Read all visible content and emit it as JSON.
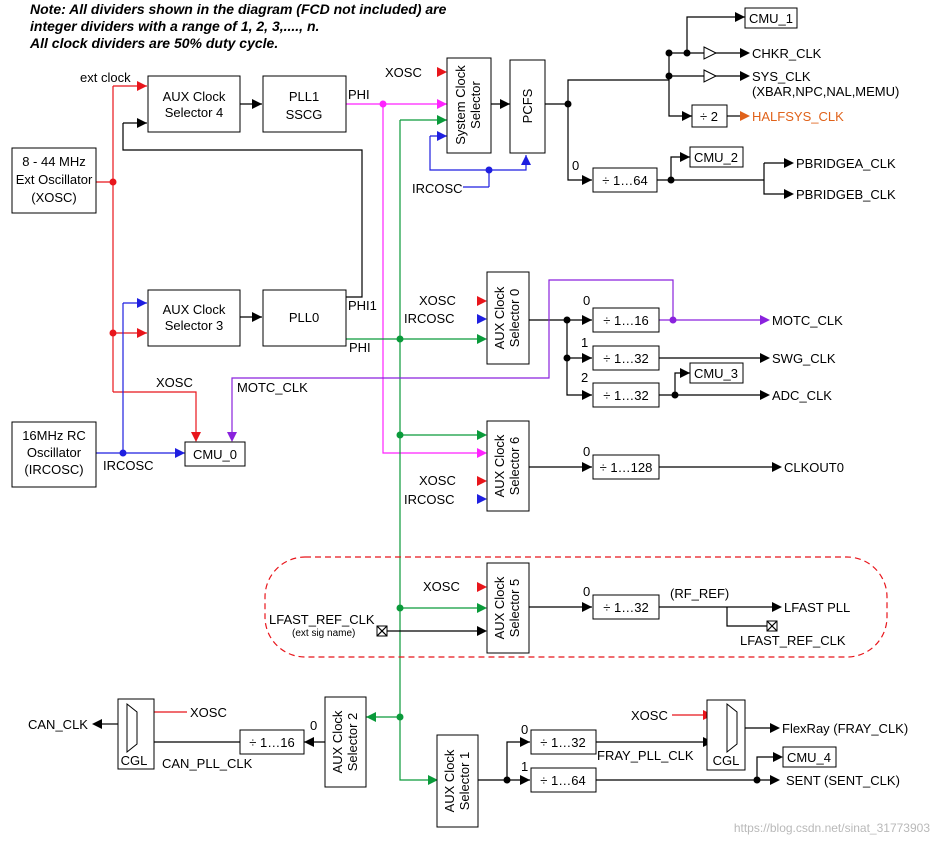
{
  "note": {
    "line1": "Note: All dividers shown in the diagram (FCD not included) are",
    "line2": "integer dividers with a range of 1, 2, 3,...., n.",
    "line3": "All clock dividers are 50% duty cycle."
  },
  "labels": {
    "ext_clock": "ext clock",
    "xosc": "XOSC",
    "ircosc": "IRCOSC",
    "phi": "PHI",
    "phi1": "PHI1",
    "motc_clk_in": "MOTC_CLK",
    "lfast_ref_clk": "LFAST_REF_CLK",
    "ext_sig_name": "(ext sig name)",
    "rf_ref": "(RF_REF)",
    "can_pll_clk": "CAN_PLL_CLK",
    "fray_pll_clk": "FRAY_PLL_CLK",
    "zero": "0",
    "one": "1",
    "two": "2"
  },
  "blocks": {
    "ext_osc": [
      "8 - 44 MHz",
      "Ext Oscillator",
      "(XOSC)"
    ],
    "rc_osc": [
      "16MHz RC",
      "Oscillator",
      "(IRCOSC)"
    ],
    "aux4": [
      "AUX Clock",
      "Selector 4"
    ],
    "aux3": [
      "AUX Clock",
      "Selector 3"
    ],
    "pll1": [
      "PLL1",
      "SSCG"
    ],
    "pll0": "PLL0",
    "sys_sel": [
      "System Clock",
      "Selector"
    ],
    "pcfs": "PCFS",
    "aux0": [
      "AUX Clock",
      "Selector 0"
    ],
    "aux6": [
      "AUX Clock",
      "Selector 6"
    ],
    "aux5": [
      "AUX Clock",
      "Selector 5"
    ],
    "aux2": [
      "AUX Clock",
      "Selector 2"
    ],
    "aux1": [
      "AUX Clock",
      "Selector 1"
    ],
    "cmu0": "CMU_0",
    "cmu1": "CMU_1",
    "cmu2": "CMU_2",
    "cmu3": "CMU_3",
    "cmu4": "CMU_4",
    "cgl": "CGL"
  },
  "dividers": {
    "div2": "÷ 2",
    "div_pbridge": "÷ 1…64",
    "div_motc": "÷ 1…16",
    "div_swg": "÷ 1…32",
    "div_adc": "÷ 1…32",
    "div_clkout": "÷ 1…128",
    "div_lfast": "÷ 1…32",
    "div_can": "÷ 1…16",
    "div_fray": "÷ 1…32",
    "div_sent": "÷ 1…64"
  },
  "outputs": {
    "chkr": "CHKR_CLK",
    "sys": "SYS_CLK",
    "sys_sub": "(XBAR,NPC,NAL,MEMU)",
    "halfsys": "HALFSYS_CLK",
    "pbridgea": "PBRIDGEA_CLK",
    "pbridgeb": "PBRIDGEB_CLK",
    "motc": "MOTC_CLK",
    "swg": "SWG_CLK",
    "adc": "ADC_CLK",
    "clkout0": "CLKOUT0",
    "lfast_pll": "LFAST PLL",
    "lfast_ref_out": "LFAST_REF_CLK",
    "can": "CAN_CLK",
    "flexray": "FlexRay (FRAY_CLK)",
    "sent": "SENT (SENT_CLK)"
  },
  "watermark": "https://blog.csdn.net/sinat_31773903",
  "colors": {
    "red": "#e8151b",
    "blue": "#1f1fe0",
    "green": "#0a9a3a",
    "magenta": "#ff22ff",
    "purple": "#8a22dd",
    "orange": "#e0621a"
  }
}
